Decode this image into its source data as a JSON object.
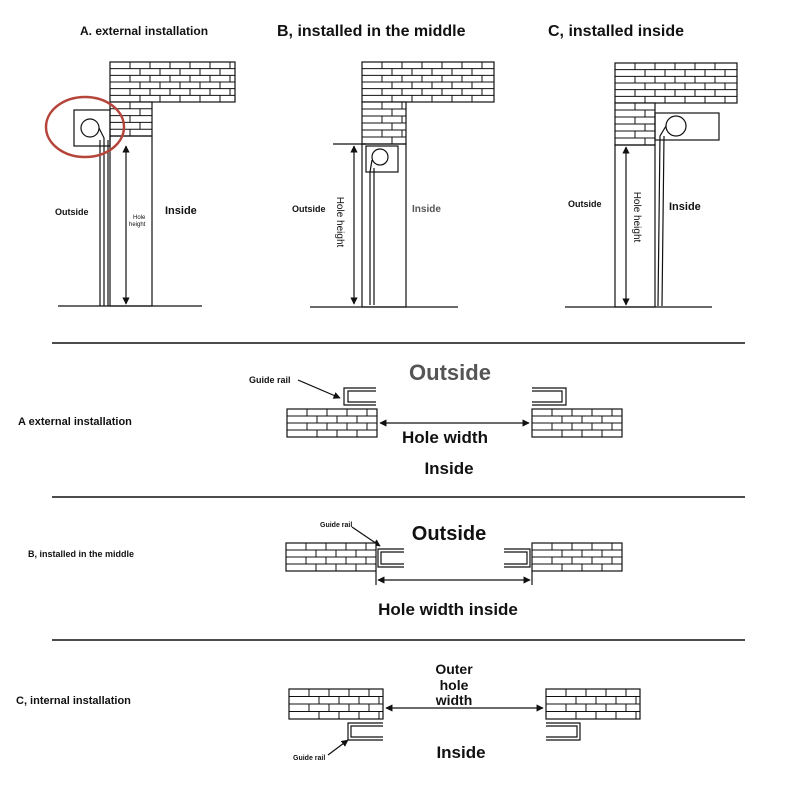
{
  "top": {
    "panel_a": {
      "title": "A. external installation",
      "outside": "Outside",
      "inside": "Inside",
      "hole_height": [
        "Hole",
        "height"
      ],
      "highlight_color": "#b5443a"
    },
    "panel_b": {
      "title": "B, installed in the middle",
      "outside": "Outside",
      "inside": "Inside",
      "hole_height": "Hole height"
    },
    "panel_c": {
      "title": "C, installed inside",
      "outside": "Outside",
      "inside": "Inside",
      "hole_height": "Hole height"
    }
  },
  "rows": {
    "row_a": {
      "label": "A external installation",
      "guide_rail": "Guide rail",
      "outside": "Outside",
      "hole_width": "Hole width",
      "inside": "Inside"
    },
    "row_b": {
      "label": "B, installed in the middle",
      "guide_rail": "Guide rail",
      "outside": "Outside",
      "hole_width": "Hole width inside"
    },
    "row_c": {
      "label": "C, internal installation",
      "guide_rail": "Guide rail",
      "outer_hole_width": [
        "Outer",
        "hole",
        "width"
      ],
      "inside": "Inside"
    }
  }
}
